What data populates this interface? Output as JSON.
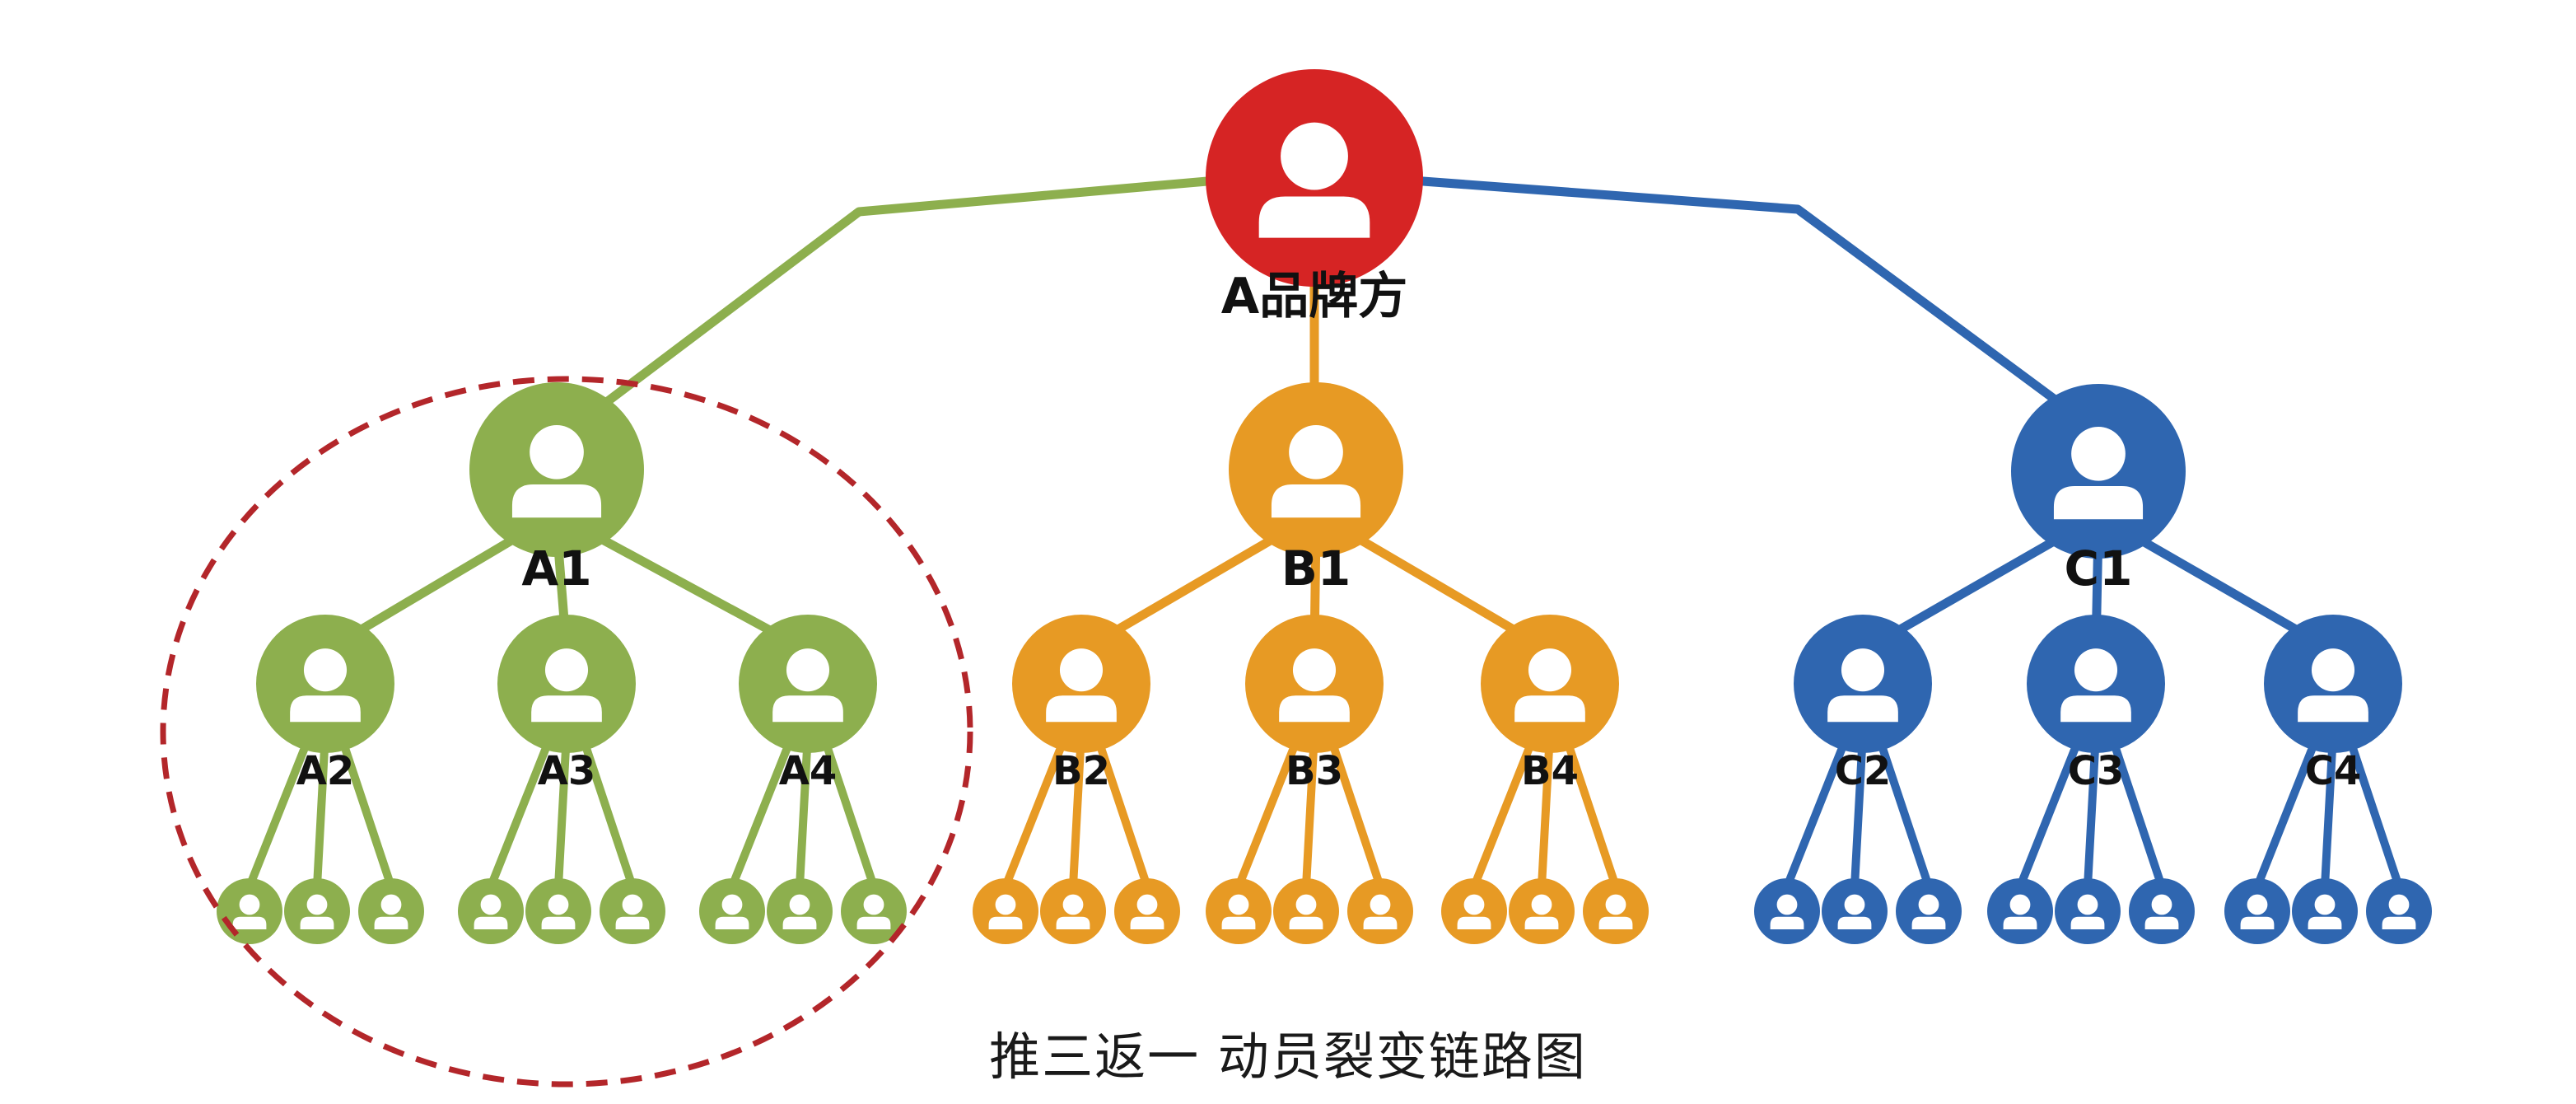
{
  "colors": {
    "root": "#d62424",
    "A": "#8daf4e",
    "B": "#e79a24",
    "C": "#2f66b0",
    "highlight": "#b3262a",
    "icon": "#ffffff"
  },
  "root": {
    "label": "A品牌方"
  },
  "branches": [
    {
      "key": "A",
      "label": "A1",
      "children": [
        "A2",
        "A3",
        "A4"
      ]
    },
    {
      "key": "B",
      "label": "B1",
      "children": [
        "B2",
        "B3",
        "B4"
      ]
    },
    {
      "key": "C",
      "label": "C1",
      "children": [
        "C2",
        "C3",
        "C4"
      ]
    }
  ],
  "leaves_per_child": 3,
  "highlighted_branch": "A",
  "caption": "推三返一  动员裂变链路图",
  "icon_name": "user-icon"
}
